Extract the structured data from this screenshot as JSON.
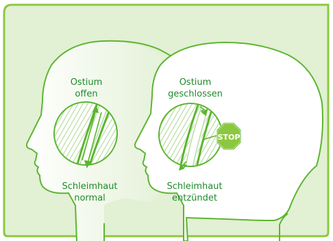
{
  "left_panel": {
    "top_label": [
      "Ostium",
      "offen"
    ],
    "bottom_label": [
      "Schleimhaut",
      "normal"
    ]
  },
  "right_panel": {
    "top_label": [
      "Ostium",
      "geschlossen"
    ],
    "bottom_label": [
      "Schleimhaut",
      "entzündet"
    ],
    "stop_sign": "STOP"
  },
  "colors": {
    "panel_bg": "#e2f0d4",
    "frame": "#8cc83f",
    "outline": "#5cb531",
    "head_fill": "#ffffff",
    "hatch": "#b8dca0",
    "label_text": "#1f8a2a",
    "stop_sign": "#8cc83f"
  }
}
